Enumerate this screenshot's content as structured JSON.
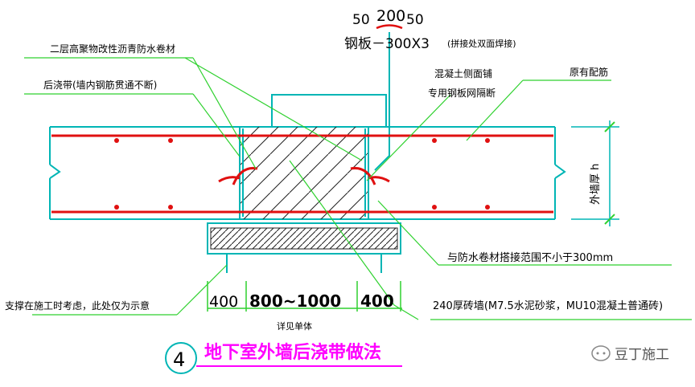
{
  "labels": {
    "dim_top_left": "50",
    "dim_top_mid": "200",
    "dim_top_right": "50",
    "steel_plate": "钢板－300X3",
    "steel_plate_note": "(拼接处双面焊接)",
    "membrane": "二层高聚物改性沥青防水卷材",
    "post_pour": "后浇带(墙内钢筋贯通不断)",
    "concrete_side_1": "混凝土侧面铺",
    "concrete_side_2": "专用钢板网隔断",
    "existing_rebar": "原有配筋",
    "wall_thickness": "外墙厚 h",
    "overlap": "与防水卷材搭接范围不小于300mm",
    "support": "支撑在施工时考虑，此处仅为示意",
    "brick_wall": "240厚砖墙(M7.5水泥砂浆，MU10混凝土普通砖)",
    "dim_left": "400",
    "dim_mid": "800~1000",
    "dim_right": "400",
    "see_detail": "详见单体",
    "detail_number": "4",
    "title": "地下室外墙后浇带做法",
    "watermark": "豆丁施工"
  },
  "colors": {
    "structure": "#00b5b5",
    "rebar": "#e01010",
    "leader": "#2fd12f",
    "hatch": "#202020",
    "title": "#ff00ff",
    "text": "#000000"
  }
}
